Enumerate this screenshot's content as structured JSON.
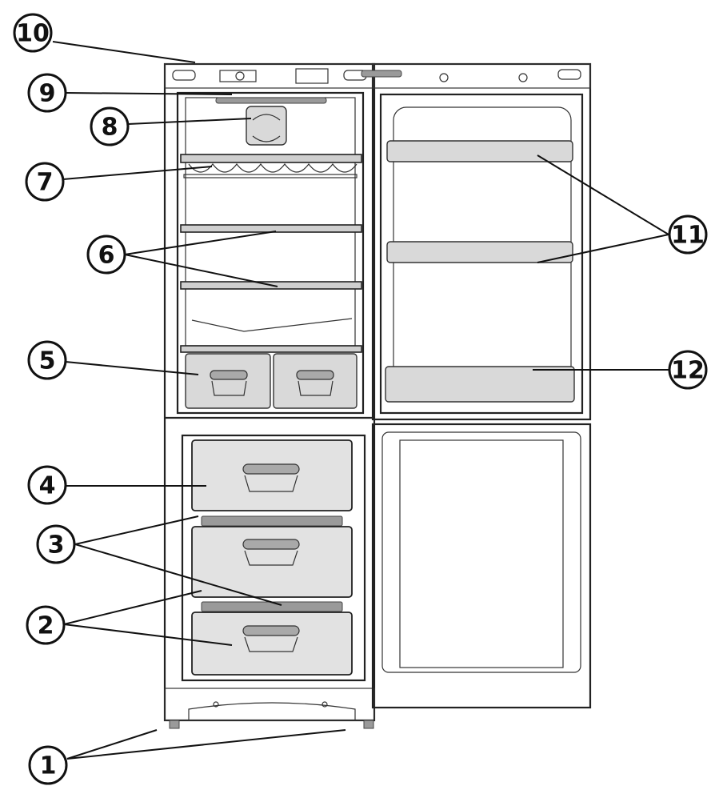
{
  "diagram": {
    "callouts": [
      {
        "id": "c10",
        "label": "10"
      },
      {
        "id": "c9",
        "label": "9"
      },
      {
        "id": "c8",
        "label": "8"
      },
      {
        "id": "c7",
        "label": "7"
      },
      {
        "id": "c6",
        "label": "6"
      },
      {
        "id": "c5",
        "label": "5"
      },
      {
        "id": "c4",
        "label": "4"
      },
      {
        "id": "c3",
        "label": "3"
      },
      {
        "id": "c2",
        "label": "2"
      },
      {
        "id": "c1",
        "label": "1"
      },
      {
        "id": "c11",
        "label": "11"
      },
      {
        "id": "c12",
        "label": "12"
      }
    ]
  }
}
